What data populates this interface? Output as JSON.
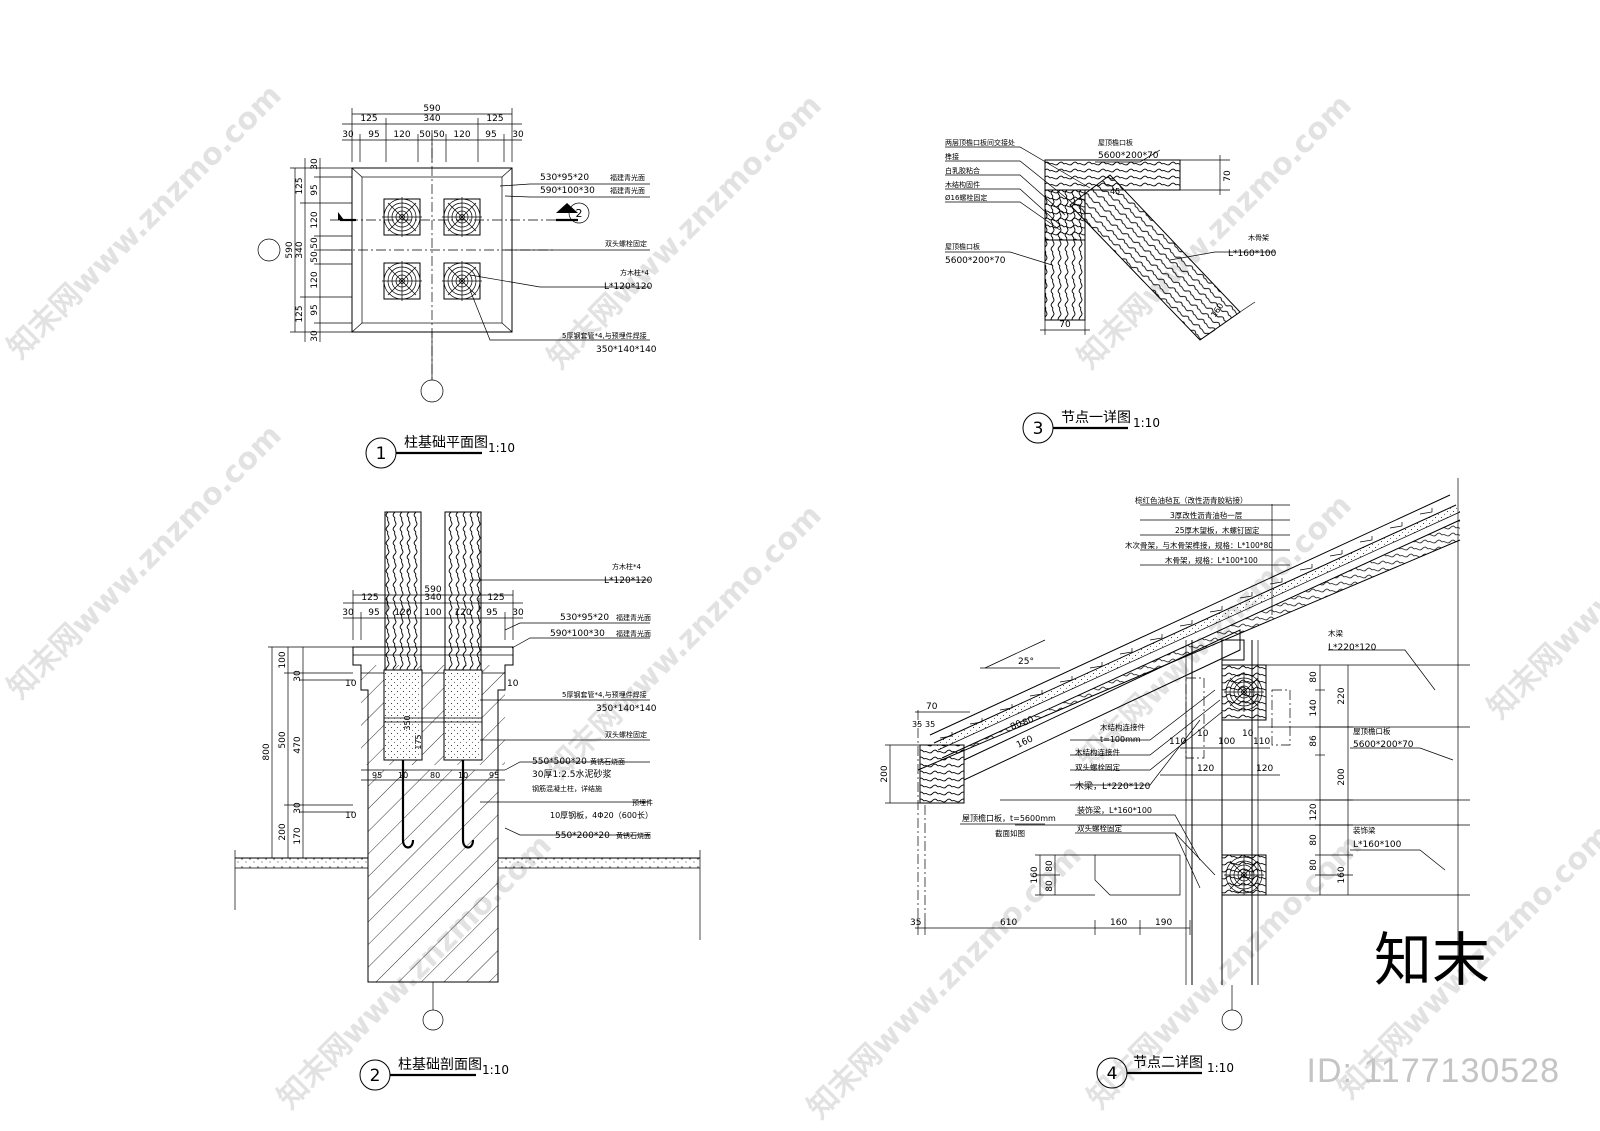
{
  "watermark": {
    "site": "知末网www.znzmo.com",
    "logo": "知末"
  },
  "id_label": "ID: 1177130528",
  "panel1": {
    "number": "1",
    "title": "柱基础平面图",
    "scale": "1:10",
    "section_mark": "2",
    "top_dims": {
      "total": "590",
      "mid": [
        "125",
        "340",
        "125"
      ],
      "small": [
        "30",
        "95",
        "120",
        "50",
        "50",
        "120",
        "95",
        "30"
      ]
    },
    "left_dims": {
      "total": "590",
      "mid": [
        "125",
        "340",
        "125"
      ],
      "small": [
        "30",
        "95",
        "120",
        "50",
        "50",
        "120",
        "95",
        "30"
      ]
    },
    "notes": [
      [
        "530*95*20",
        "福建青光面"
      ],
      [
        "590*100*30",
        "福建青光面"
      ],
      [
        "双头螺栓固定",
        ""
      ],
      [
        "方木柱*4",
        "L*120*120"
      ],
      [
        "5厚钢套管*4,与预埋件焊接",
        "350*140*140"
      ]
    ]
  },
  "panel2": {
    "number": "2",
    "title": "柱基础剖面图",
    "scale": "1:10",
    "top_dims": {
      "total": "590",
      "mid": [
        "125",
        "340",
        "125"
      ],
      "small": [
        "30",
        "95",
        "120",
        "100",
        "120",
        "95",
        "30"
      ]
    },
    "left_dims": {
      "total": "800",
      "outer": [
        "100",
        "500",
        "200"
      ],
      "inner": [
        "30",
        "470",
        "30",
        "170"
      ]
    },
    "side_marks": [
      "10",
      "10",
      "10"
    ],
    "inner_marks": [
      "350",
      "175",
      "95",
      "10",
      "80",
      "10",
      "95"
    ],
    "notes": [
      [
        "方木柱*4",
        "L*120*120"
      ],
      [
        "530*95*20",
        "福建青光面"
      ],
      [
        "590*100*30",
        "福建青光面"
      ],
      [
        "5厚钢套管*4,与预埋件焊接",
        "350*140*140"
      ],
      [
        "双头螺栓固定",
        ""
      ],
      [
        "550*500*20",
        "黄锈石烧面"
      ],
      [
        "30厚1:2.5水泥砂浆",
        ""
      ],
      [
        "钢筋混凝土柱，详结施",
        ""
      ],
      [
        "预埋件",
        ""
      ],
      [
        "10厚钢板，4Φ20（600长）",
        ""
      ],
      [
        "550*200*20",
        "黄锈石烧面"
      ]
    ]
  },
  "panel3": {
    "number": "3",
    "title": "节点一详图",
    "scale": "1:10",
    "notes_left": [
      "两层顶檐口板间交接处",
      "榫接",
      "白乳胶粘合",
      "木结构固件",
      "Ø16螺栓固定"
    ],
    "note_bottom_left": [
      "屋顶檐口板",
      "5600*200*70"
    ],
    "note_top": [
      "屋顶檐口板",
      "5600*200*70"
    ],
    "note_right": [
      "木骨架",
      "L*160*100"
    ],
    "dims": [
      "70",
      "70",
      "45",
      "160"
    ]
  },
  "panel4": {
    "number": "4",
    "title": "节点二详图",
    "scale": "1:10",
    "slope": "25°",
    "notes_roof": [
      "棕红色油毡瓦（改性沥青胶粘接）",
      "3厚改性沥青油毡一层",
      "25厚木望板，木螺钉固定",
      "木次骨架，与木骨架榫接，规格：L*100*80",
      "木骨架，规格：L*100*100"
    ],
    "notes_right": [
      [
        "木梁",
        "L*220*120"
      ],
      [
        "屋顶檐口板",
        "5600*200*70"
      ],
      [
        "装饰梁",
        "L*160*100"
      ]
    ],
    "notes_mid": [
      "木结构连接件",
      "t=100mm",
      "木结构连接件",
      "双头螺栓固定",
      "木梁，L*220*120"
    ],
    "notes_lower": [
      [
        "屋顶檐口板，t=5600mm",
        "截面如图"
      ],
      [
        "装饰梁，L*160*100",
        ""
      ],
      [
        "双头螺栓固定",
        ""
      ]
    ],
    "dims_right": [
      "80",
      "140",
      "220",
      "86",
      "200",
      "120",
      "80",
      "80",
      "160"
    ],
    "dims_mid": [
      "110",
      "10",
      "100",
      "10",
      "110",
      "120",
      "120"
    ],
    "dims_bottom": [
      "35",
      "610",
      "160",
      "190"
    ],
    "dims_left": [
      "70",
      "35",
      "35",
      "200",
      "160",
      "80",
      "80"
    ],
    "dims_rafter": [
      "80",
      "80",
      "160"
    ]
  }
}
